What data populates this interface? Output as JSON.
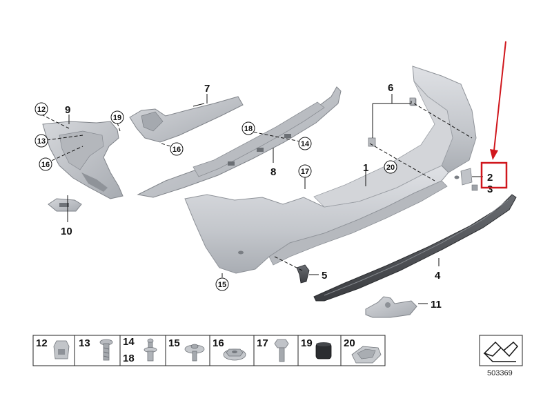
{
  "callouts": {
    "p1": "1",
    "p2": "2",
    "p3": "3",
    "p4": "4",
    "p5": "5",
    "p6": "6",
    "p7": "7",
    "p8": "8",
    "p9": "9",
    "p10": "10",
    "p11": "11",
    "c12": "12",
    "c13": "13",
    "c14": "14",
    "c15": "15",
    "c16a": "16",
    "c16b": "16",
    "c17": "17",
    "c18": "18",
    "c19": "19",
    "c20": "20"
  },
  "fastener_table": [
    {
      "number": "12",
      "icon": "push-clip-icon"
    },
    {
      "number": "13",
      "icon": "screw-icon"
    },
    {
      "number": "14",
      "number2": "18",
      "icon": "expansion-rivet-icon"
    },
    {
      "number": "15",
      "icon": "collar-screw-icon"
    },
    {
      "number": "16",
      "icon": "hex-nut-icon"
    },
    {
      "number": "17",
      "icon": "hex-bolt-icon"
    },
    {
      "number": "19",
      "icon": "rubber-buffer-icon"
    },
    {
      "number": "20",
      "icon": "spring-clip-icon"
    }
  ],
  "reference_number": "503369",
  "colors": {
    "highlight": "#d0161c",
    "part_fill": "#c9ccd1",
    "line": "#111111"
  }
}
